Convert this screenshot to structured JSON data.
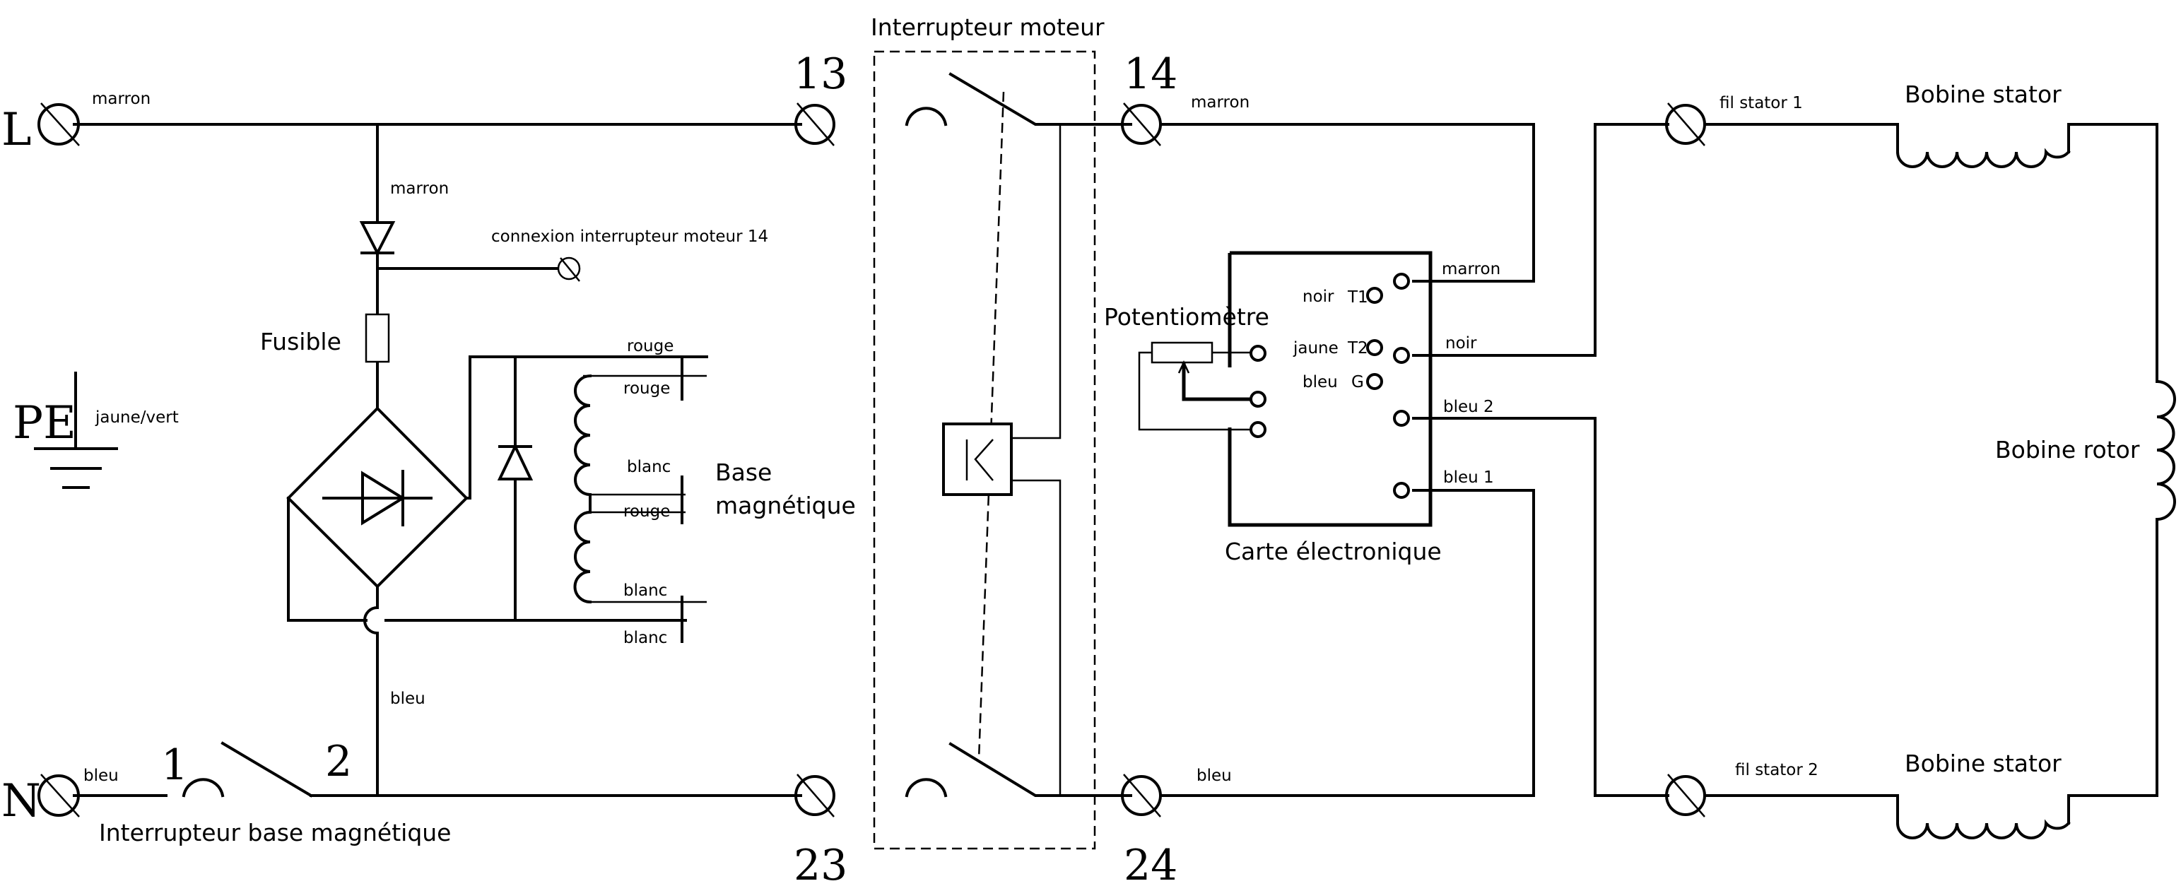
{
  "terminals": {
    "L": "L",
    "N": "N",
    "PE": "PE",
    "t13": "13",
    "t14": "14",
    "t23": "23",
    "t24": "24",
    "t1": "1",
    "t2": "2"
  },
  "labels": {
    "motor_switch": "Interrupteur moteur",
    "base_switch": "Interrupteur base magnétique",
    "fuse": "Fusible",
    "magnetic_base_line1": "Base",
    "magnetic_base_line2": "magnétique",
    "potentiometer": "Potentiomètre",
    "board": "Carte électronique",
    "stator_coil_top": "Bobine stator",
    "stator_coil_bottom": "Bobine stator",
    "rotor_coil": "Bobine rotor",
    "motor_switch_connection": "connexion interrupteur moteur 14"
  },
  "wires": {
    "L_marron": "marron",
    "branch_marron": "marron",
    "PE_jaune_vert": "jaune/vert",
    "N_bleu": "bleu",
    "branch_bleu": "bleu",
    "t14_marron": "marron",
    "t24_bleu": "bleu",
    "fil_stator_1": "fil stator 1",
    "fil_stator_2": "fil stator 2"
  },
  "coil_wires": {
    "rouge_1": "rouge",
    "rouge_2": "rouge",
    "blanc_1": "blanc",
    "rouge_3": "rouge",
    "blanc_2": "blanc",
    "blanc_3": "blanc"
  },
  "board_pins": {
    "noir_left": "noir",
    "t1": "T1",
    "jaune": "jaune",
    "t2": "T2",
    "bleu": "bleu",
    "g": "G",
    "marron_right": "marron",
    "noir_right": "noir",
    "bleu_2": "bleu 2",
    "bleu_1": "bleu 1"
  }
}
